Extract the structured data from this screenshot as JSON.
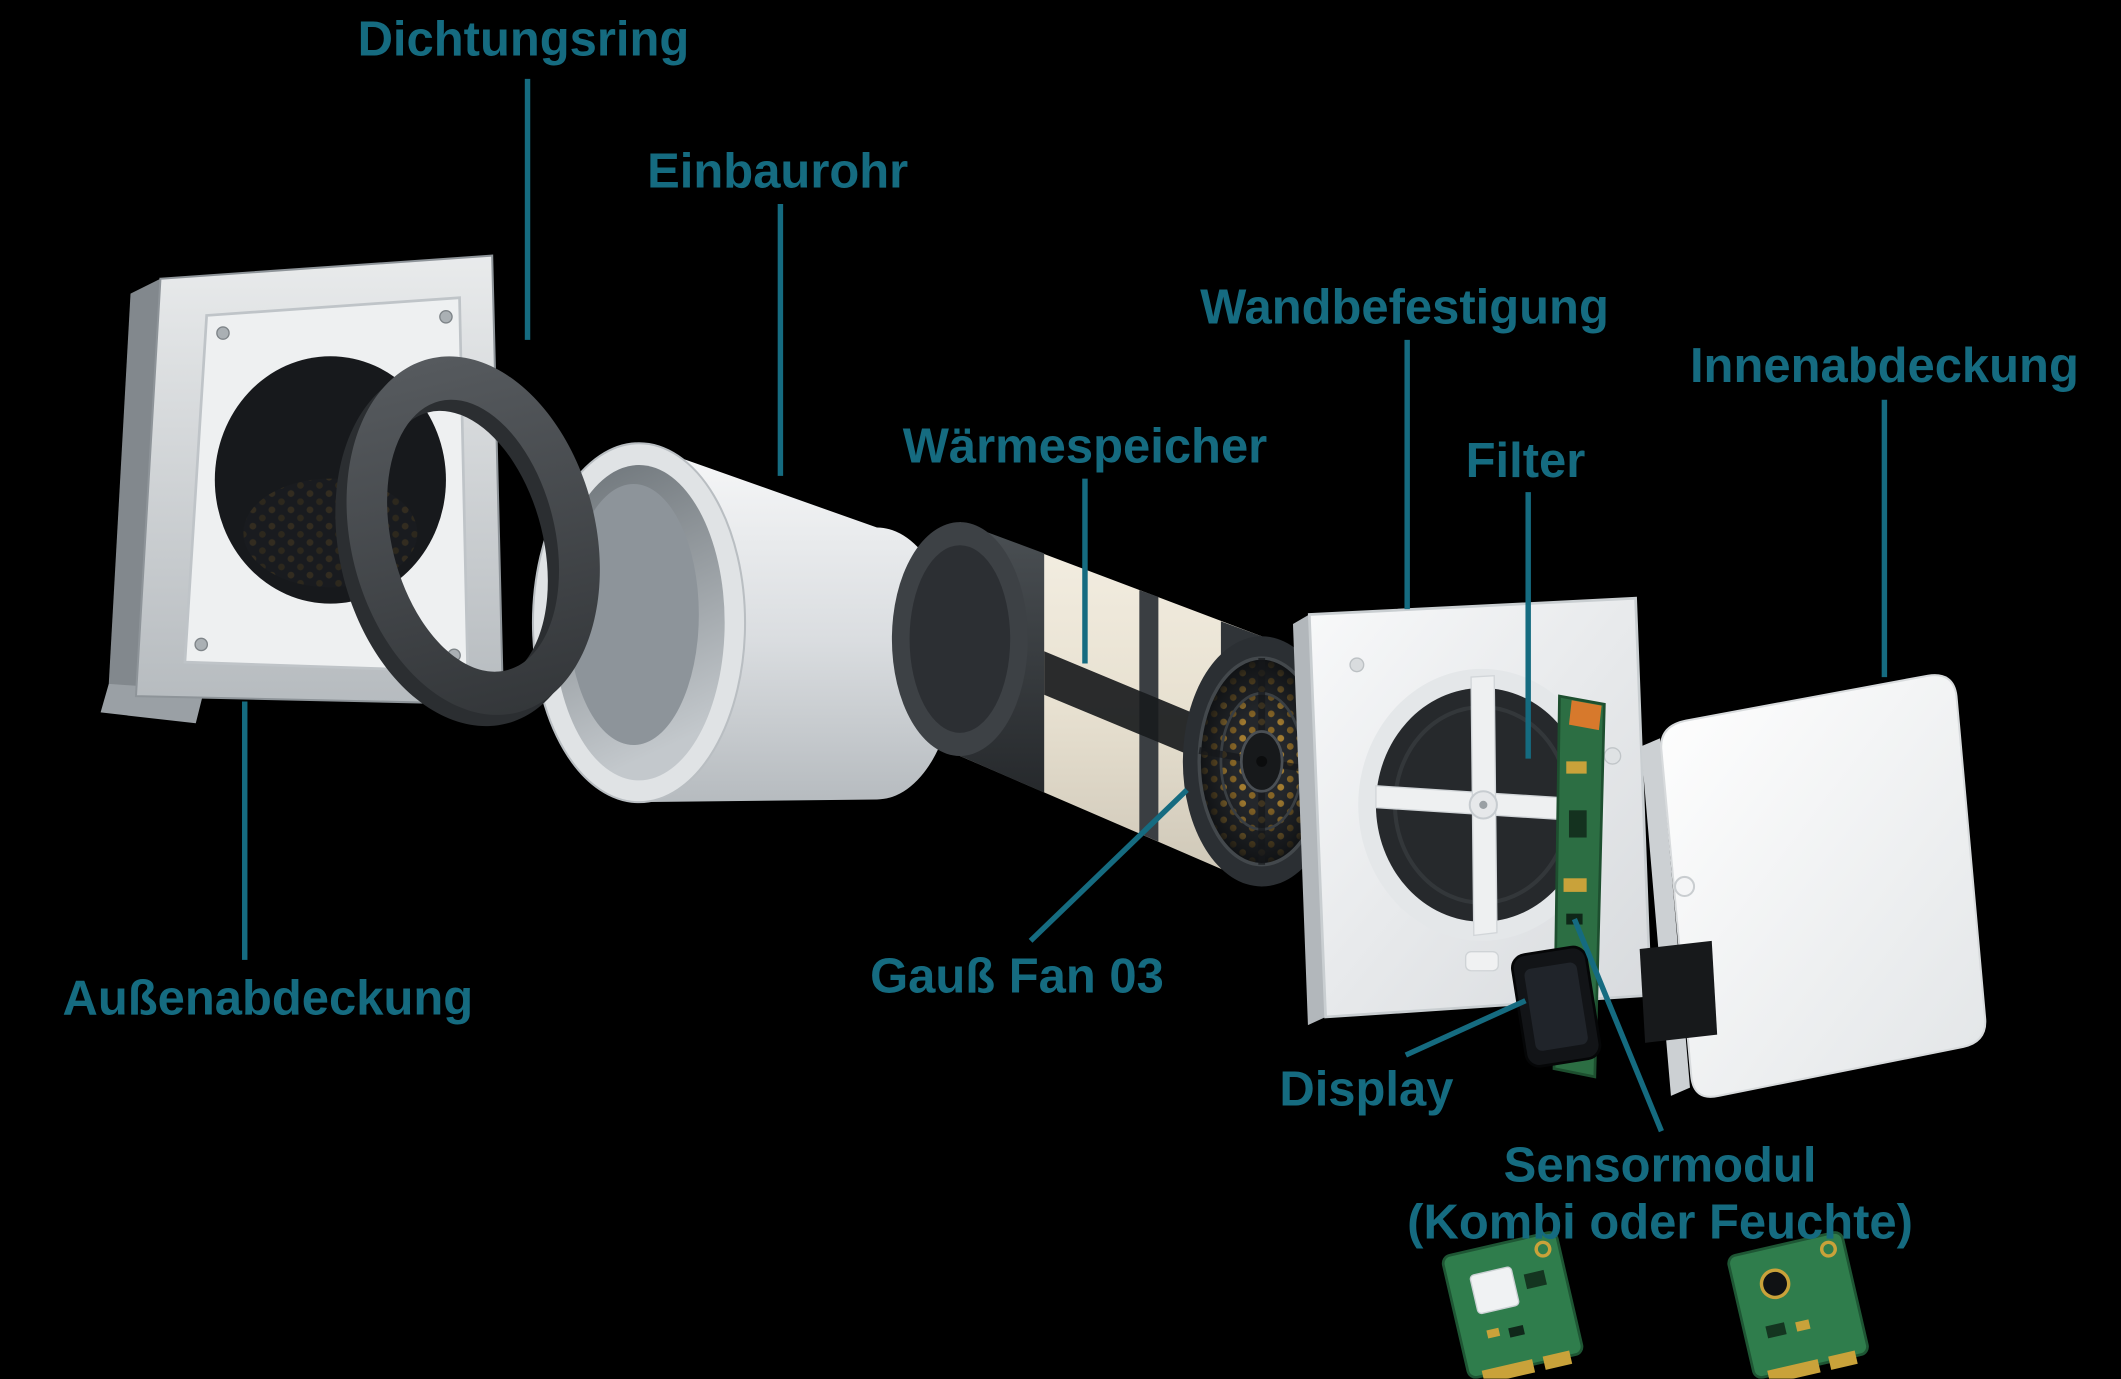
{
  "colors": {
    "background": "#000000",
    "accent": "#156b80",
    "pcb_green": "#2f7d4c",
    "gold": "#c9a23a",
    "ceramic": "#e8e1d1"
  },
  "labels": {
    "dichtungsring": "Dichtungsring",
    "einbaurohr": "Einbaurohr",
    "waermespeicher": "Wärmespeicher",
    "wandbefestigung": "Wandbefestigung",
    "filter": "Filter",
    "innenabdeckung": "Innenabdeckung",
    "aussenabdeckung": "Außenabdeckung",
    "gauss_fan_03": "Gauß Fan 03",
    "display": "Display",
    "sensormodul_line1": "Sensormodul",
    "sensormodul_line2": "(Kombi oder Feuchte)"
  }
}
